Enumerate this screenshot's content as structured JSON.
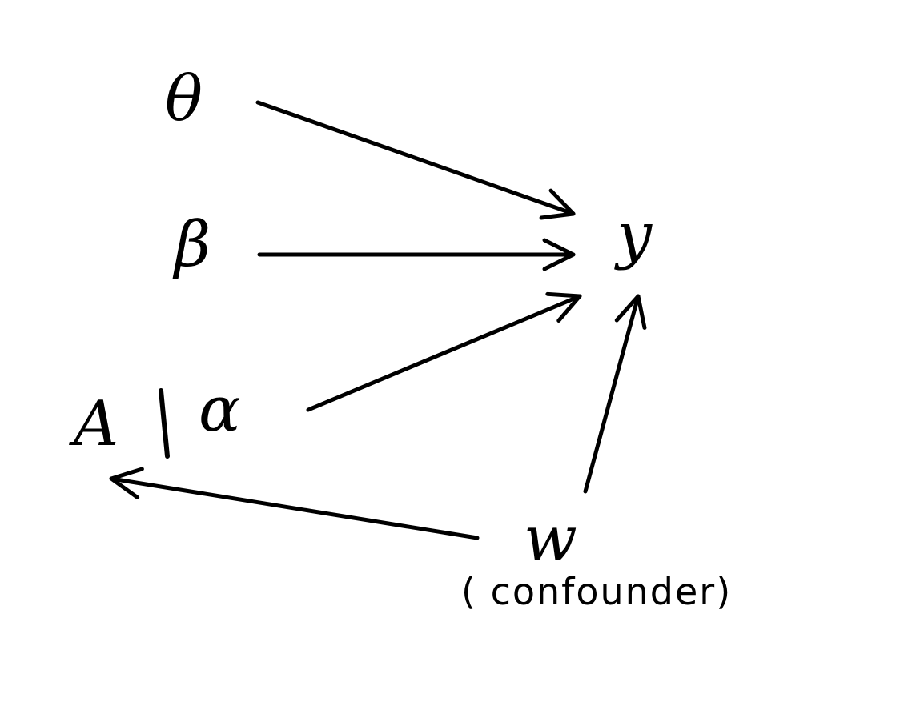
{
  "diagram": {
    "nodes": {
      "theta": {
        "label": "θ"
      },
      "beta": {
        "label": "β"
      },
      "A": {
        "label": "A"
      },
      "alpha": {
        "label": "α"
      },
      "y": {
        "label": "y"
      },
      "w": {
        "label": "w",
        "sublabel": "( confounder)"
      }
    },
    "edges": [
      {
        "from": "theta",
        "to": "y"
      },
      {
        "from": "beta",
        "to": "y"
      },
      {
        "from": "alpha",
        "to": "y"
      },
      {
        "from": "w",
        "to": "y"
      },
      {
        "from": "w",
        "to": "A"
      }
    ],
    "colors": {
      "ink": "#000000",
      "background": "#ffffff"
    }
  }
}
